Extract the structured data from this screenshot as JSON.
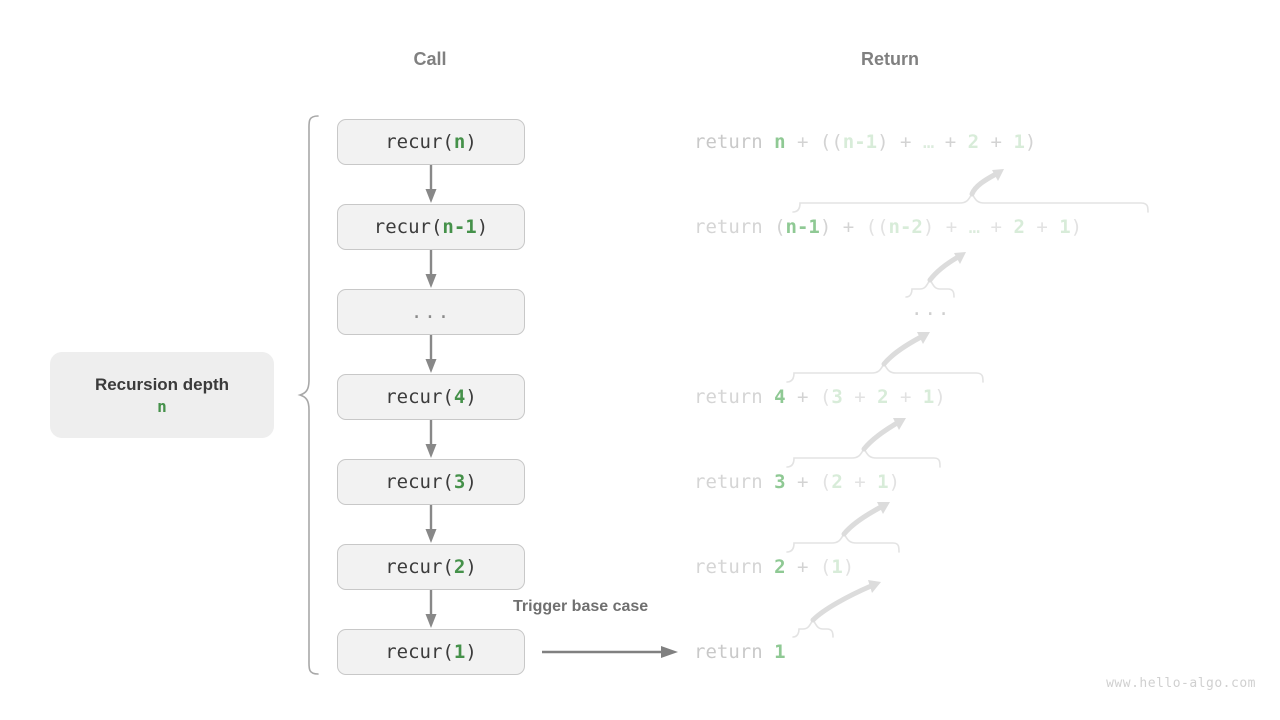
{
  "headers": {
    "call": "Call",
    "return": "Return"
  },
  "depth_badge": {
    "title": "Recursion depth",
    "value": "n"
  },
  "call_stack": [
    {
      "prefix": "recur(",
      "arg": "n",
      "suffix": ")",
      "is_ellipsis": false
    },
    {
      "prefix": "recur(",
      "arg": "n-1",
      "suffix": ")",
      "is_ellipsis": false
    },
    {
      "prefix": "",
      "arg": "...",
      "suffix": "",
      "is_ellipsis": true
    },
    {
      "prefix": "recur(",
      "arg": "4",
      "suffix": ")",
      "is_ellipsis": false
    },
    {
      "prefix": "recur(",
      "arg": "3",
      "suffix": ")",
      "is_ellipsis": false
    },
    {
      "prefix": "recur(",
      "arg": "2",
      "suffix": ")",
      "is_ellipsis": false
    },
    {
      "prefix": "recur(",
      "arg": "1",
      "suffix": ")",
      "is_ellipsis": false
    }
  ],
  "return_stack": [
    {
      "keyword": "return",
      "head": "n",
      "tail": "+ ((n-1) + … + 2 + 1)",
      "full": "return n + ((n-1) + … + 2 + 1)"
    },
    {
      "keyword": "return",
      "head": "(n-1)",
      "tail": "+ ((n-2) + … + 2 + 1)",
      "full": "return (n-1) + ((n-2) + … + 2 + 1)"
    },
    {
      "keyword": "",
      "head": "...",
      "tail": "",
      "full": "..."
    },
    {
      "keyword": "return",
      "head": "4",
      "tail": "+ (3 + 2 + 1)",
      "full": "return 4 + (3 + 2 + 1)"
    },
    {
      "keyword": "return",
      "head": "3",
      "tail": "+ (2 + 1)",
      "full": "return 3 + (2 + 1)"
    },
    {
      "keyword": "return",
      "head": "2",
      "tail": "+ (1)",
      "full": "return 2 + (1)"
    },
    {
      "keyword": "return",
      "head": "1",
      "tail": "",
      "full": "return 1"
    }
  ],
  "base_case": {
    "label": "Trigger base case"
  },
  "watermark": "www.hello-algo.com",
  "colors": {
    "accent_green": "#45914a",
    "faded_green": "#8fc994",
    "box_fill": "#f2f2f2",
    "box_border": "#c8c8c8",
    "arrow_gray": "#888888",
    "faded_gray": "#d3d3d3",
    "header_gray": "#808080",
    "badge_fill": "#eeeeee"
  }
}
